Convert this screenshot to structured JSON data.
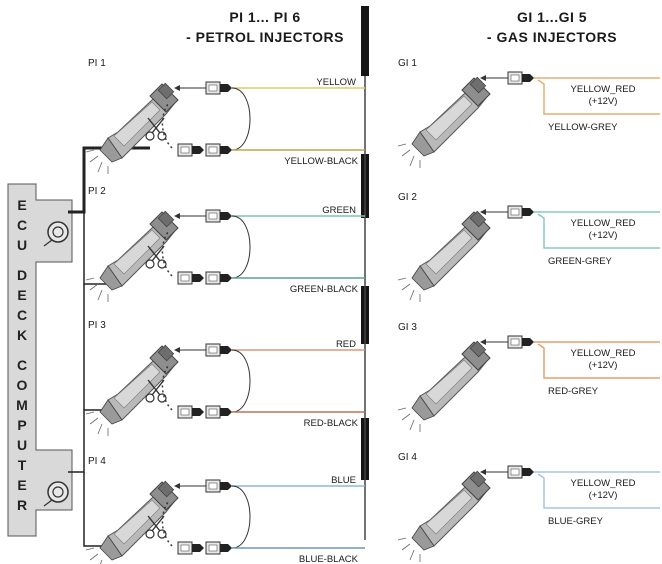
{
  "petrol_header": {
    "line1": "PI 1... PI 6",
    "line2": "- PETROL INJECTORS"
  },
  "gas_header": {
    "line1": "GI 1...GI 5",
    "line2": "- GAS INJECTORS"
  },
  "ecu_letters": [
    "E",
    "C",
    "U",
    "D",
    "E",
    "C",
    "K",
    "C",
    "O",
    "M",
    "P",
    "U",
    "T",
    "E",
    "R"
  ],
  "petrol_injectors": [
    {
      "name": "PI 1",
      "wire_top": "YELLOW",
      "wire_bottom": "YELLOW-BLACK",
      "color_top": "#e6c86a",
      "color_bottom": "#bfa64a"
    },
    {
      "name": "PI 2",
      "wire_top": "GREEN",
      "wire_bottom": "GREEN-BLACK",
      "color_top": "#7fc6a8",
      "color_bottom": "#5aa488"
    },
    {
      "name": "PI 3",
      "wire_top": "RED",
      "wire_bottom": "RED-BLACK",
      "color_top": "#d89a7a",
      "color_bottom": "#b8755a"
    },
    {
      "name": "PI 4",
      "wire_top": "BLUE",
      "wire_bottom": "BLUE-BLACK",
      "color_top": "#88b8d8",
      "color_bottom": "#6a98b8"
    }
  ],
  "gas_injectors": [
    {
      "name": "GI 1",
      "supply": "YELLOW_RED",
      "voltage": "(+12V)",
      "wire": "YELLOW-GREY",
      "color": "#e2b070"
    },
    {
      "name": "GI 2",
      "supply": "YELLOW_RED",
      "voltage": "(+12V)",
      "wire": "GREEN-GREY",
      "color": "#8cc6c4"
    },
    {
      "name": "GI 3",
      "supply": "YELLOW_RED",
      "voltage": "(+12V)",
      "wire": "RED-GREY",
      "color": "#e0a070"
    },
    {
      "name": "GI 4",
      "supply": "YELLOW_RED",
      "voltage": "(+12V)",
      "wire": "BLUE-GREY",
      "color": "#a6c6e0"
    }
  ],
  "icons": {
    "scissors": "scissors-icon",
    "sensor": "sensor-icon",
    "injector": "injector-icon",
    "connector": "connector-icon"
  }
}
